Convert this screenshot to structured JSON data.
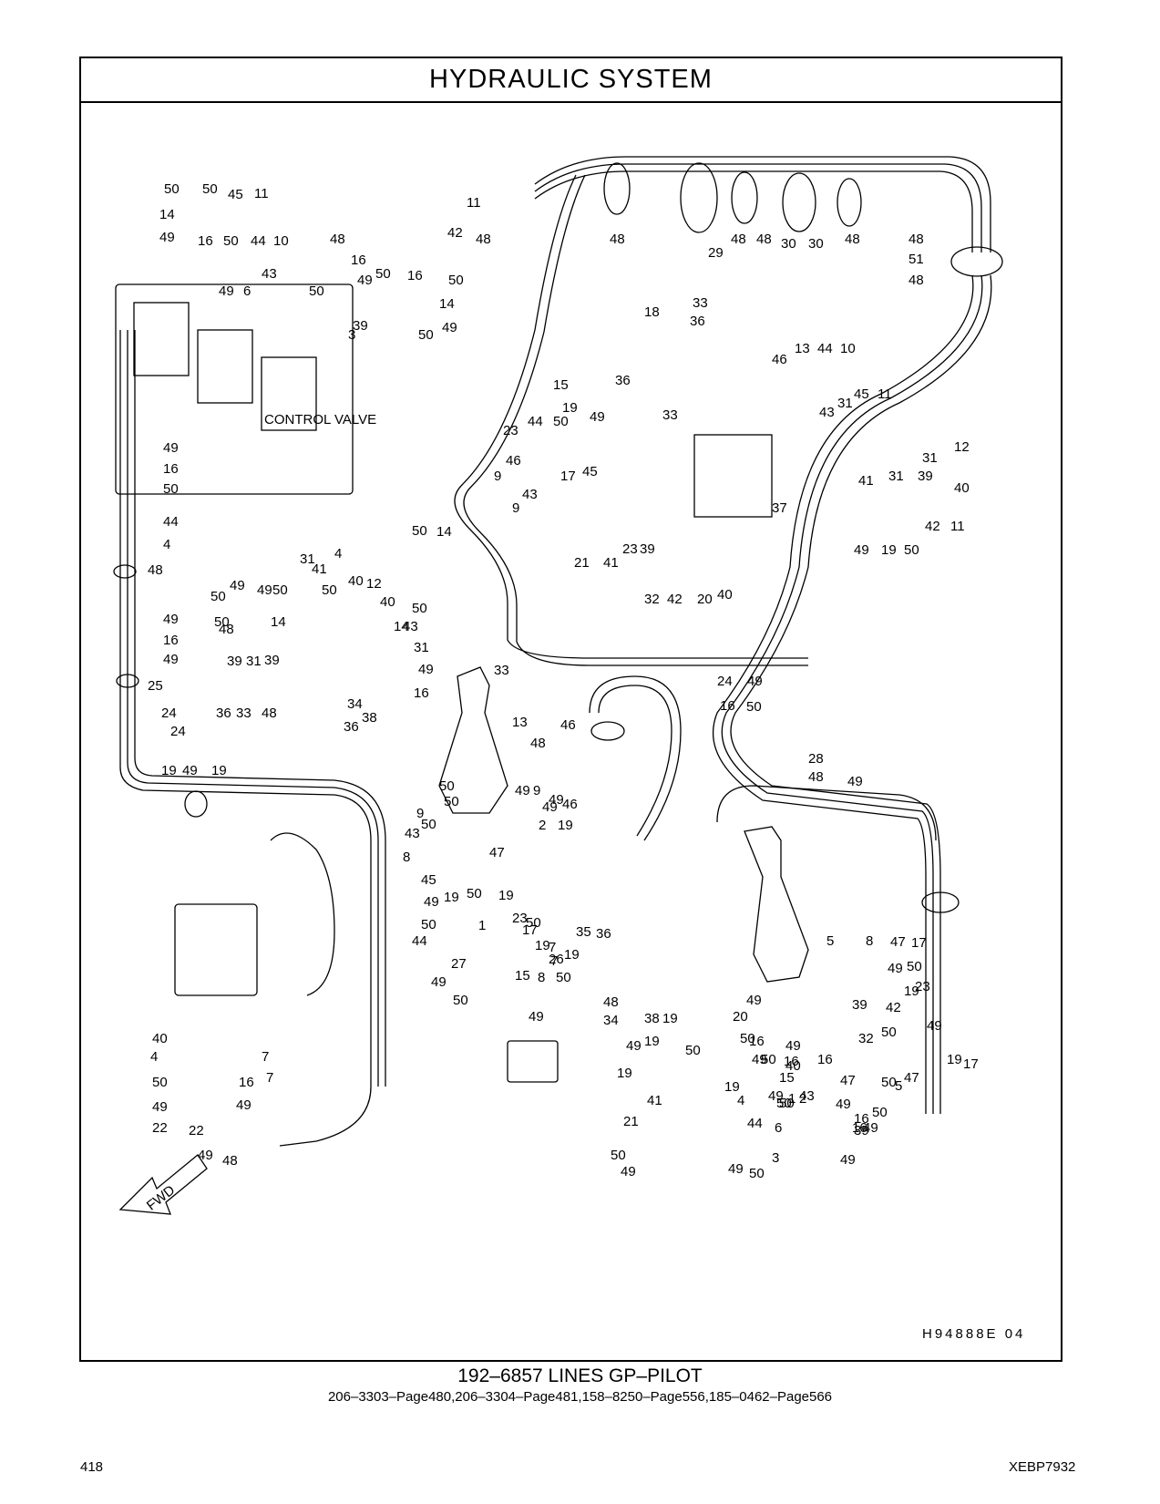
{
  "header": {
    "title": "HYDRAULIC  SYSTEM"
  },
  "drawing": {
    "control_valve_label": "CONTROL VALVE",
    "fwd_label": "FWD",
    "drawing_id": "H94888E   04",
    "callouts": [
      "50",
      "50",
      "45",
      "11",
      "14",
      "49",
      "16",
      "50",
      "44",
      "10",
      "48",
      "48",
      "11",
      "42",
      "16",
      "43",
      "6",
      "49",
      "50",
      "49",
      "50",
      "16",
      "50",
      "39",
      "3",
      "14",
      "49",
      "50",
      "48",
      "29",
      "48",
      "48",
      "30",
      "30",
      "48",
      "48",
      "51",
      "48",
      "33",
      "18",
      "36",
      "13",
      "44",
      "10",
      "46",
      "15",
      "36",
      "33",
      "45",
      "11",
      "43",
      "31",
      "19",
      "49",
      "23",
      "44",
      "50",
      "46",
      "9",
      "17",
      "45",
      "31",
      "12",
      "41",
      "31",
      "39",
      "40",
      "43",
      "9",
      "37",
      "49",
      "19",
      "50",
      "42",
      "11",
      "23",
      "39",
      "21",
      "41",
      "32",
      "42",
      "20",
      "40",
      "49",
      "16",
      "50",
      "44",
      "4",
      "48",
      "49",
      "16",
      "49",
      "14",
      "50",
      "50",
      "50",
      "31",
      "41",
      "4",
      "40",
      "12",
      "40",
      "50",
      "49",
      "49",
      "14",
      "50",
      "14",
      "50",
      "49",
      "16",
      "43",
      "31",
      "48",
      "39",
      "31",
      "39",
      "25",
      "24",
      "24",
      "36",
      "33",
      "48",
      "34",
      "38",
      "36",
      "33",
      "24",
      "49",
      "16",
      "50",
      "46",
      "13",
      "48",
      "28",
      "48",
      "49",
      "19",
      "49",
      "19",
      "50",
      "9",
      "50",
      "49",
      "9",
      "49",
      "46",
      "43",
      "8",
      "50",
      "2",
      "49",
      "19",
      "47",
      "45",
      "49",
      "19",
      "50",
      "44",
      "50",
      "1",
      "19",
      "23",
      "50",
      "19",
      "17",
      "7",
      "7",
      "35",
      "36",
      "19",
      "50",
      "49",
      "8",
      "50",
      "49",
      "15",
      "27",
      "26",
      "48",
      "34",
      "38",
      "19",
      "49",
      "19",
      "50",
      "49",
      "20",
      "50",
      "49",
      "40",
      "19",
      "21",
      "41",
      "50",
      "49",
      "5",
      "8",
      "47",
      "17",
      "49",
      "50",
      "42",
      "50",
      "19",
      "23",
      "39",
      "32",
      "50",
      "15",
      "1",
      "2",
      "47",
      "49",
      "19",
      "17",
      "5",
      "47",
      "49",
      "50",
      "16",
      "49",
      "19",
      "4",
      "44",
      "6",
      "43",
      "50",
      "50",
      "49",
      "49",
      "16",
      "16",
      "49",
      "16",
      "50",
      "39",
      "3",
      "49",
      "16",
      "50",
      "40",
      "4",
      "7",
      "7",
      "50",
      "16",
      "49",
      "49",
      "22",
      "22",
      "49",
      "48"
    ]
  },
  "caption": {
    "title": "192–6857   LINES  GP–PILOT",
    "refs": "206–3303–Page480,206–3304–Page481,158–8250–Page556,185–0462–Page566"
  },
  "footer": {
    "page_number": "418",
    "doc_code": "XEBP7932"
  }
}
